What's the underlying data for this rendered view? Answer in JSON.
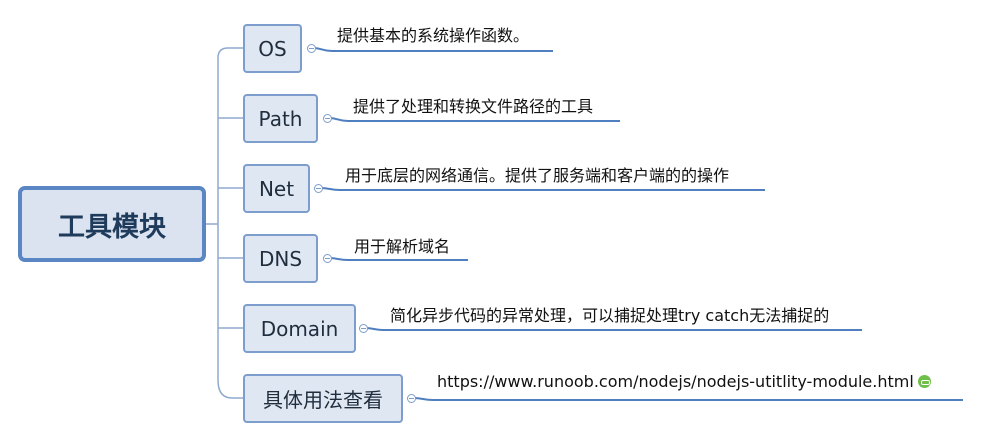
{
  "root": {
    "label": "工具模块"
  },
  "branches": [
    {
      "label": "OS",
      "note": "提供基本的系统操作函数。"
    },
    {
      "label": "Path",
      "note": "提供了处理和转换文件路径的工具"
    },
    {
      "label": "Net",
      "note": "用于底层的网络通信。提供了服务端和客户端的的操作"
    },
    {
      "label": "DNS",
      "note": "用于解析域名"
    },
    {
      "label": "Domain",
      "note": "简化异步代码的异常处理，可以捕捉处理try catch无法捕捉的"
    },
    {
      "label": "具体用法查看",
      "note": "https://www.runoob.com/nodejs/nodejs-utitlity-module.html"
    }
  ],
  "icons": {
    "link_icon": "hyperlink-icon"
  },
  "colors": {
    "accent": "#5a86c4",
    "node_fill": "#dfe7f2",
    "line": "#4f7fc0"
  }
}
